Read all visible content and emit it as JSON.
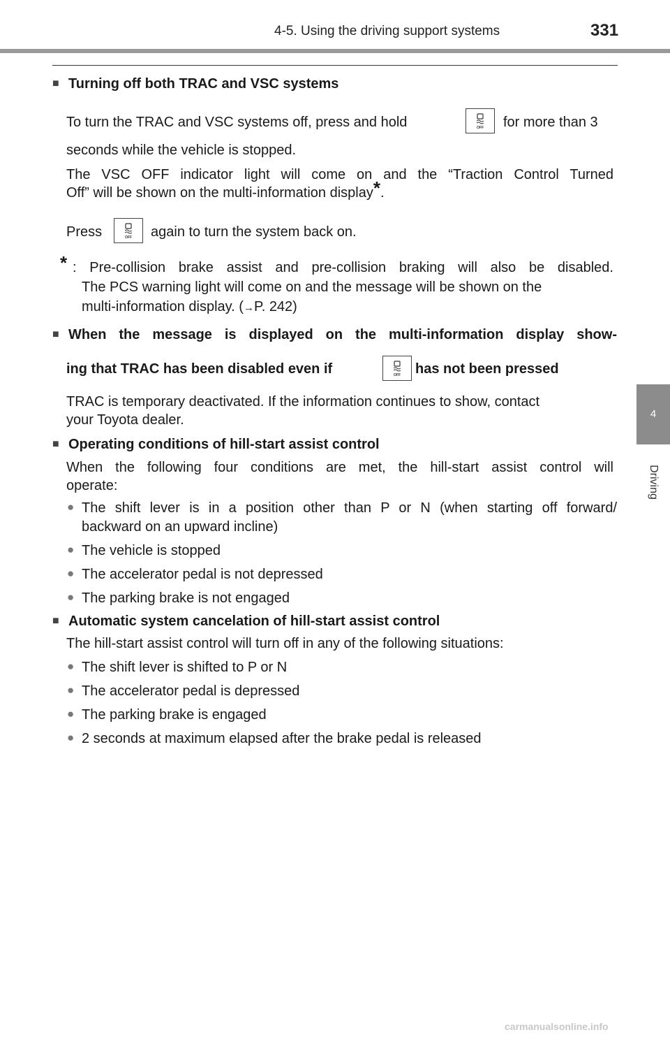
{
  "header": {
    "section_title": "4-5. Using the driving support systems",
    "page_number": "331"
  },
  "side_tab": {
    "chapter_number": "4",
    "chapter_label": "Driving"
  },
  "icons": {
    "vsc_off_button": "vsc-off-icon",
    "bullet": "circle-bullet",
    "heading_marker": "square-marker"
  },
  "sections": {
    "turn_off": {
      "heading": "Turning off both TRAC and VSC systems",
      "p1_before": "To turn the TRAC and VSC systems off, press and hold",
      "p1_after": "for more than 3",
      "p1_line2": "seconds while the vehicle is stopped.",
      "p2_line1": "The VSC OFF indicator light will come on and the “Traction Control Turned",
      "p2_line2": "Off” will be shown on the multi-information display",
      "p2_end": ".",
      "p3_before": "Press",
      "p3_after": "again to turn the system back on.",
      "note_prefix": ": Pre-collision brake assist and pre-collision braking will also be disabled.",
      "note_line2": "The PCS warning light will come on and the message will be shown on the",
      "note_line3": "multi-information display. (",
      "note_ref": "P. 242)"
    },
    "message_displayed": {
      "heading_line1": "When the message is displayed on the multi-information display show-",
      "heading_line2_before": "ing that TRAC has been disabled even if",
      "heading_line2_after": "has not been pressed",
      "body_line1": "TRAC is temporary deactivated. If the information continues to show, contact",
      "body_line2": "your Toyota dealer."
    },
    "operating_conditions": {
      "heading": "Operating conditions of hill-start assist control",
      "intro_line1": "When the following four conditions are met, the hill-start assist control will",
      "intro_line2": "operate:",
      "items": [
        "The shift lever is in a position other than P or N (when starting off forward/",
        "The vehicle is stopped",
        "The accelerator pedal is not depressed",
        "The parking brake is not engaged"
      ],
      "item1_line2": "backward on an upward incline)"
    },
    "cancelation": {
      "heading": "Automatic system cancelation of hill-start assist control",
      "intro": "The hill-start assist control will turn off in any of the following situations:",
      "items": [
        "The shift lever is shifted to P or N",
        "The accelerator pedal is depressed",
        "The parking brake is engaged",
        "2 seconds at maximum elapsed after the brake pedal is released"
      ]
    }
  },
  "footer": {
    "watermark": "carmanualsonline.info"
  }
}
